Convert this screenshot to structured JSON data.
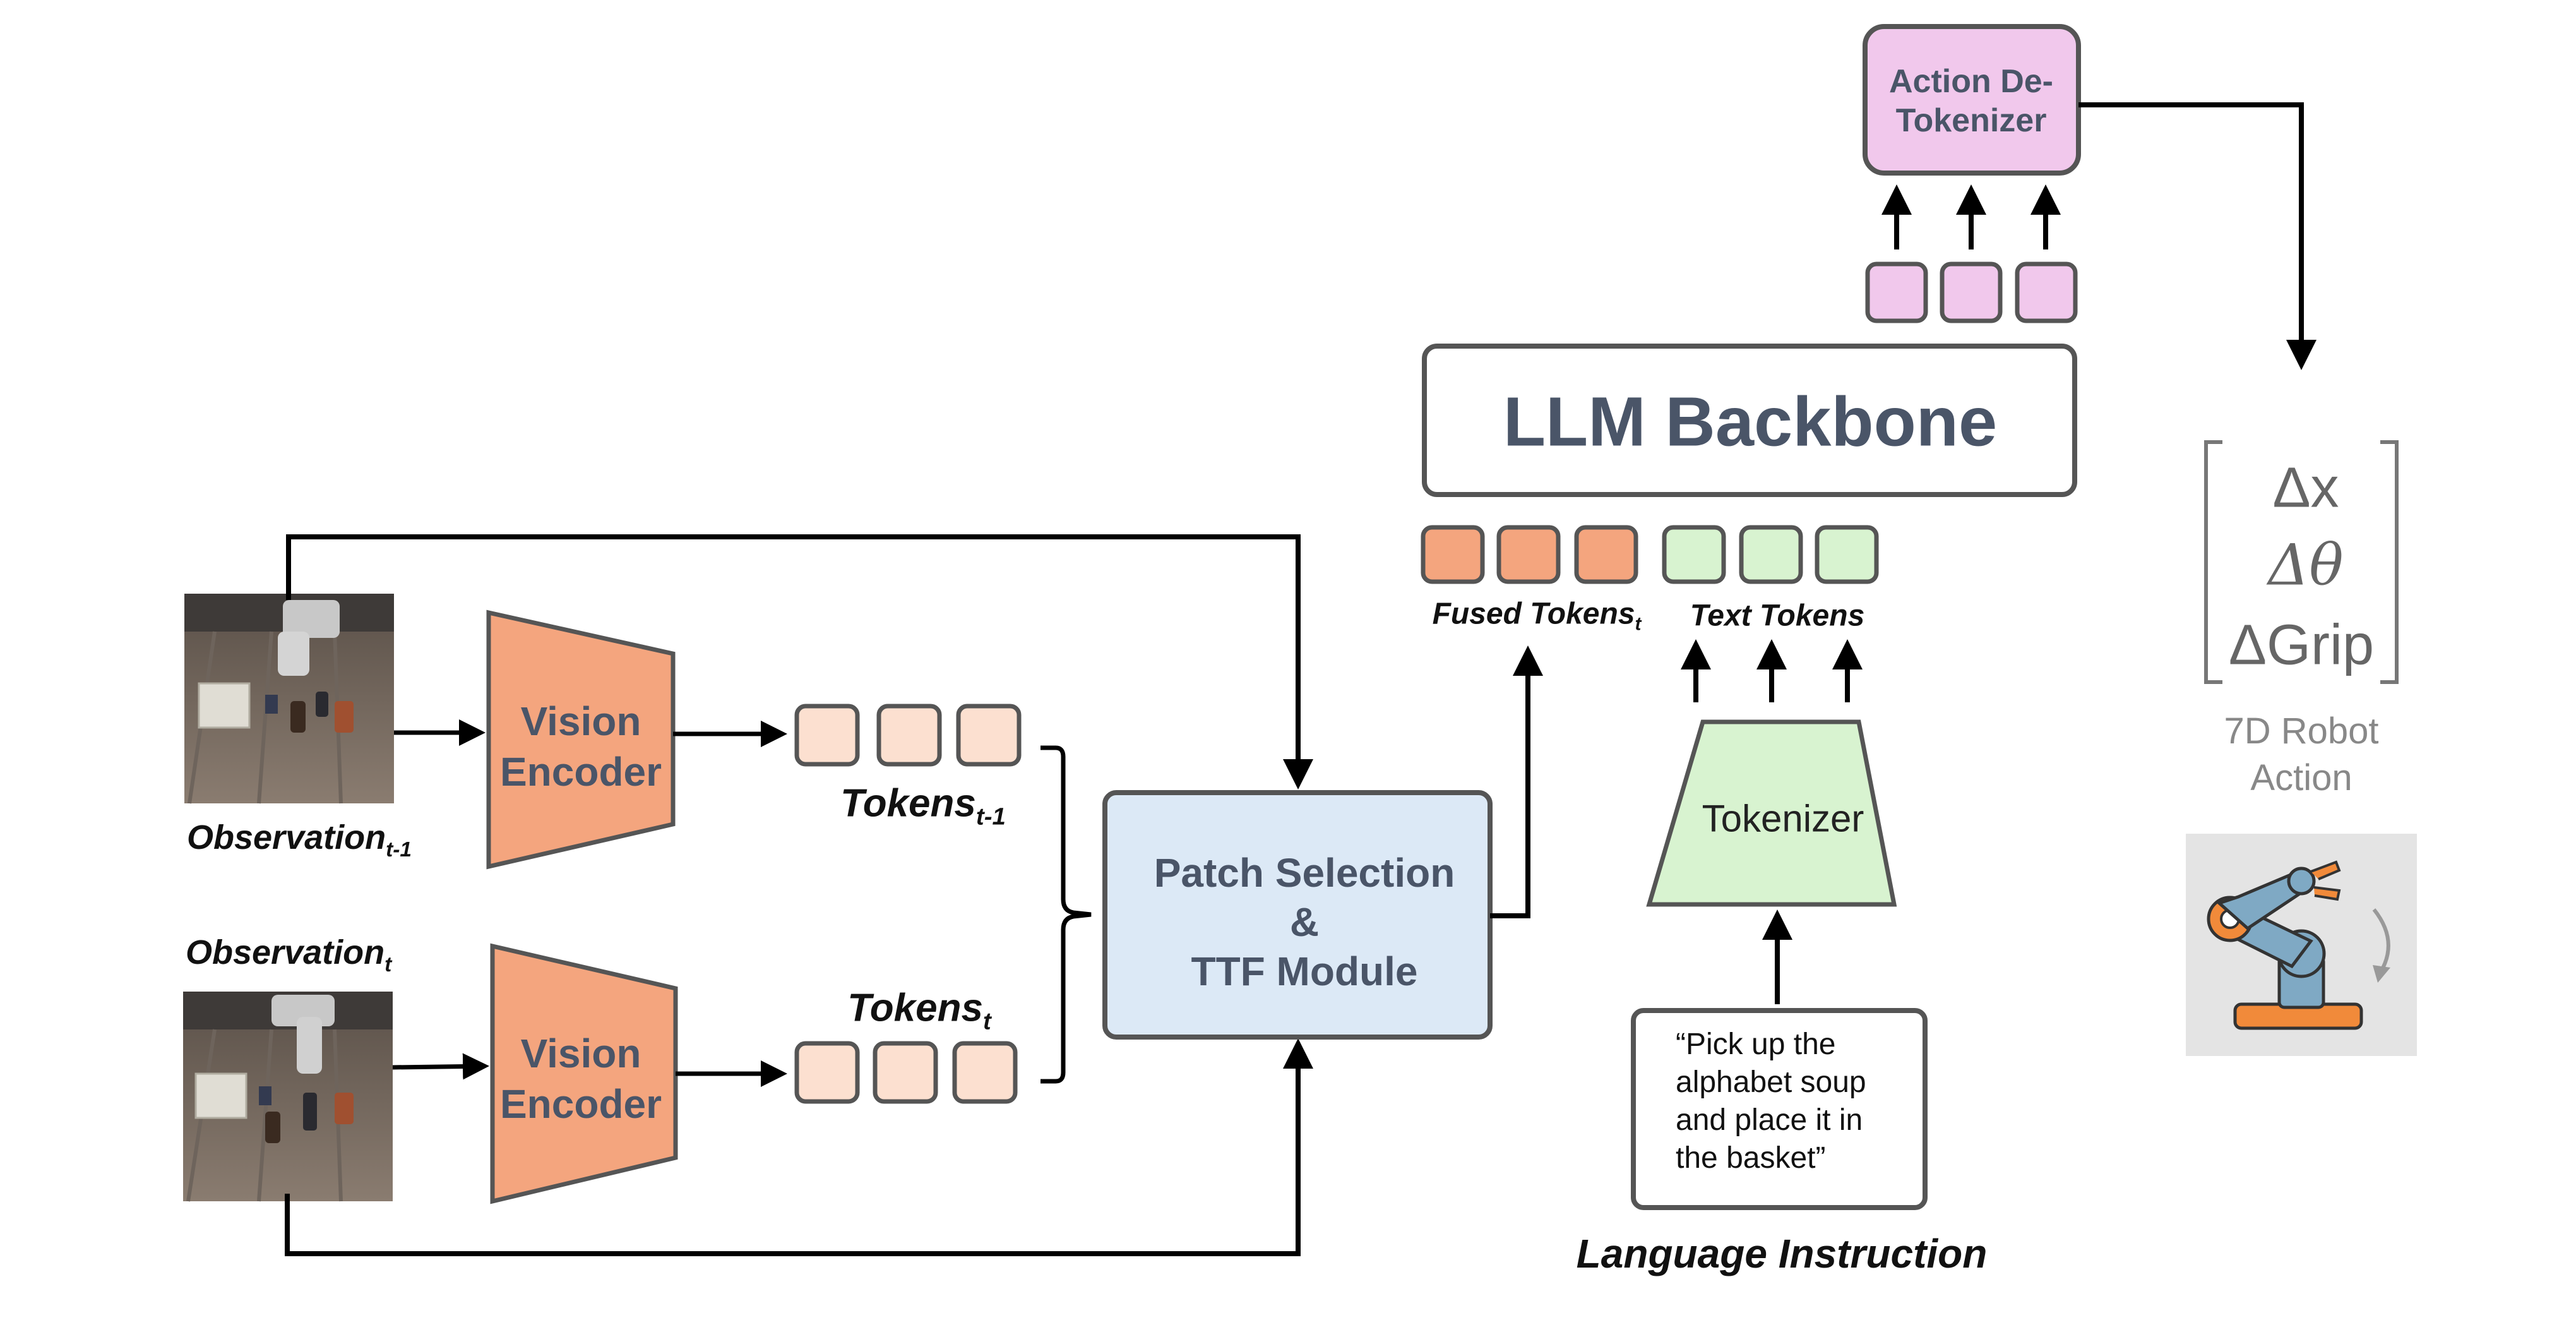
{
  "colors": {
    "orange": "#f4a57e",
    "light_orange": "#fce0d0",
    "blue": "#dce9f6",
    "green": "#d8f3d0",
    "pink": "#f1c8ec",
    "stroke": "#555555",
    "text": "#4a5568",
    "gray_text": "#888888"
  },
  "icons": {
    "observation_image": "robot-scene-photo",
    "robot_arm": "robot-arm-icon"
  },
  "observations": {
    "prev": {
      "label": "Observation",
      "sub": "t-1"
    },
    "curr": {
      "label": "Observation",
      "sub": "t"
    }
  },
  "encoders": {
    "top": {
      "line1": "Vision",
      "line2": "Encoder"
    },
    "bottom": {
      "line1": "Vision",
      "line2": "Encoder"
    }
  },
  "tokens": {
    "prev": {
      "label": "Tokens",
      "sub": "t-1"
    },
    "curr": {
      "label": "Tokens",
      "sub": "t"
    }
  },
  "patch_module": {
    "line1": "Patch Selection",
    "line2": "&",
    "line3": "TTF Module"
  },
  "llm": {
    "label": "LLM Backbone"
  },
  "fused_tokens": {
    "label": "Fused Tokens",
    "sub": "t"
  },
  "text_tokens": {
    "label": "Text Tokens"
  },
  "tokenizer": {
    "label": "Tokenizer"
  },
  "instruction": {
    "line1": "“Pick up the",
    "line2": "alphabet soup",
    "line3": "and place it in",
    "line4": "the basket”",
    "caption": "Language Instruction"
  },
  "detokenizer": {
    "line1": "Action De-",
    "line2": "Tokenizer"
  },
  "action_vector": {
    "row1": "Δx",
    "row2": "Δθ",
    "row3": "ΔGrip"
  },
  "robot_action": {
    "line1": "7D Robot",
    "line2": "Action"
  }
}
